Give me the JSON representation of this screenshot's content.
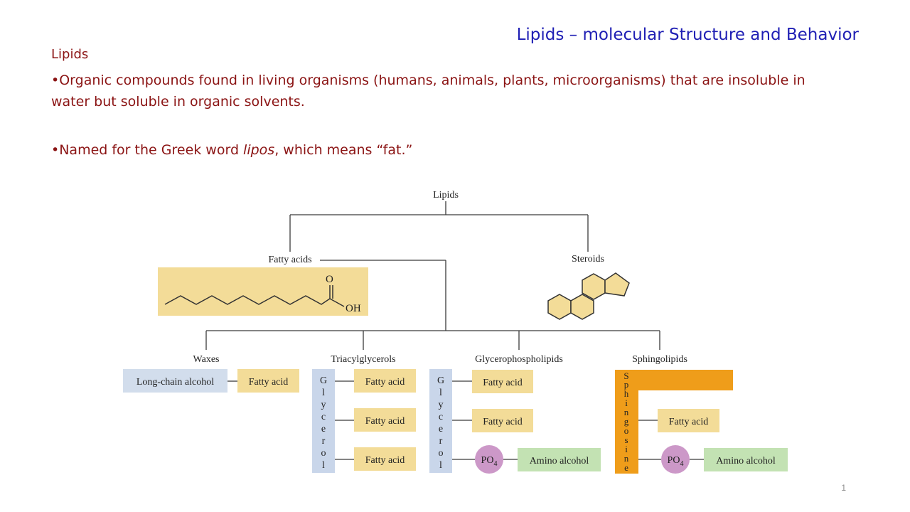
{
  "slide": {
    "title": "Lipids – molecular Structure and Behavior",
    "heading": "Lipids",
    "bullet_char": "•",
    "bullets": [
      {
        "text": "Organic compounds found in living organisms (humans, animals, plants, microorganisms) that are insoluble in water but soluble in organic solvents."
      },
      {
        "pre": "Named for the Greek word ",
        "em": "lipos",
        "post": ", which means “fat.”"
      }
    ],
    "page_number": "1"
  },
  "diagram": {
    "root": "Lipids",
    "fatty_acids": "Fatty acids",
    "steroids": "Steroids",
    "carbonyl_o": "O",
    "hydroxyl": "OH",
    "waxes": "Waxes",
    "triacylglycerols": "Triacylglycerols",
    "glycerophospholipids": "Glycerophospholipids",
    "sphingolipids": "Sphingolipids",
    "long_chain_alcohol": "Long-chain alcohol",
    "fatty_acid": "Fatty acid",
    "glycerol_letters": [
      "G",
      "l",
      "y",
      "c",
      "e",
      "r",
      "o",
      "l"
    ],
    "sphingosine_letters": [
      "S",
      "p",
      "h",
      "i",
      "n",
      "g",
      "o",
      "s",
      "i",
      "n",
      "e"
    ],
    "po4": "PO",
    "po4_sub": "4",
    "amino_alcohol": "Amino alcohol",
    "colors": {
      "fatty_box": "#f3dc98",
      "alcohol_box": "#d2ddec",
      "glycerol_bar": "#c9d6ea",
      "sphingosine_bar": "#ef9d1a",
      "po4_circle": "#cc98c8",
      "amino_box": "#c3e2b3",
      "steroid_fill": "#f3dc98",
      "lines": "#3a3a3a",
      "text_red": "#8b1414",
      "title_blue": "#1f1fb4"
    }
  }
}
